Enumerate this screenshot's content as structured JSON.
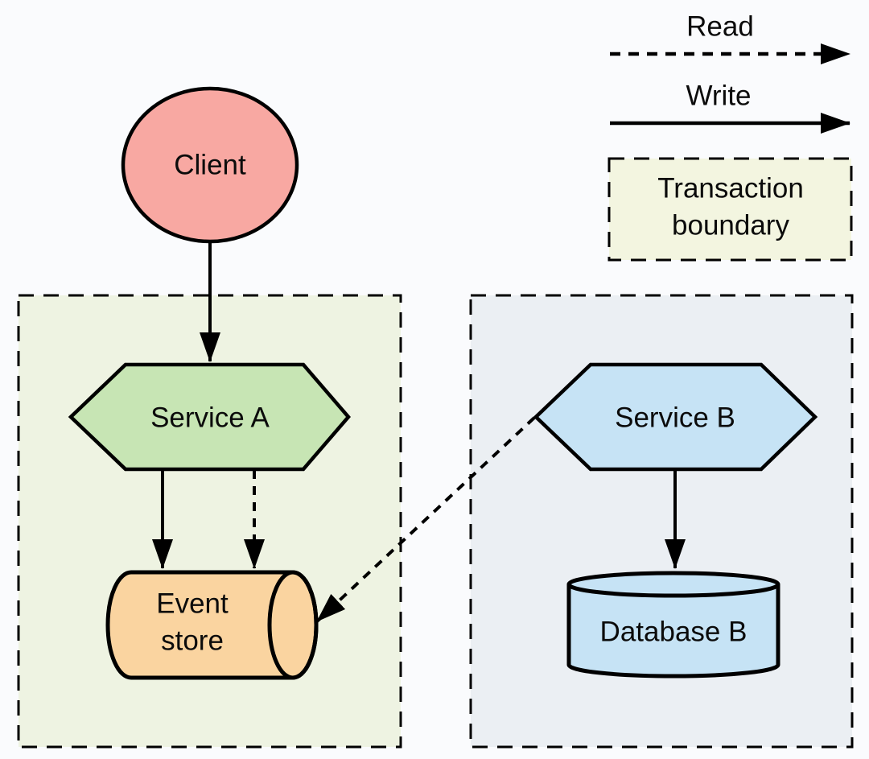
{
  "legend": {
    "read_label": "Read",
    "write_label": "Write",
    "transaction_boundary_line1": "Transaction",
    "transaction_boundary_line2": "boundary",
    "box_fill": "#f3f5e0"
  },
  "nodes": {
    "client": {
      "label": "Client",
      "shape": "ellipse",
      "fill": "#f8a8a2"
    },
    "service_a": {
      "label": "Service A",
      "shape": "hexagon",
      "fill": "#c7e5b4"
    },
    "event_store": {
      "label": "Event store",
      "label_line1": "Event",
      "label_line2": "store",
      "shape": "horizontal-cylinder",
      "fill": "#fad4a0"
    },
    "service_b": {
      "label": "Service B",
      "shape": "hexagon",
      "fill": "#c6e3f5"
    },
    "database_b": {
      "label": "Database B",
      "shape": "cylinder",
      "fill": "#c6e3f5"
    }
  },
  "boundaries": {
    "service_a_transaction": {
      "fill": "#eef3e2",
      "border_style": "dashed"
    },
    "service_b_transaction": {
      "fill": "#ebeff3",
      "border_style": "dashed"
    }
  },
  "edges": [
    {
      "from": "Client",
      "to": "Service A",
      "type": "Write",
      "style": "solid"
    },
    {
      "from": "Service A",
      "to": "Event store",
      "type": "Write",
      "style": "solid"
    },
    {
      "from": "Service A",
      "to": "Event store",
      "type": "Read",
      "style": "dashed"
    },
    {
      "from": "Service B",
      "to": "Event store",
      "type": "Read",
      "style": "dashed"
    },
    {
      "from": "Service B",
      "to": "Database B",
      "type": "Write",
      "style": "solid"
    }
  ],
  "colors": {
    "stroke": "#000000",
    "background": "#fafbfd"
  }
}
